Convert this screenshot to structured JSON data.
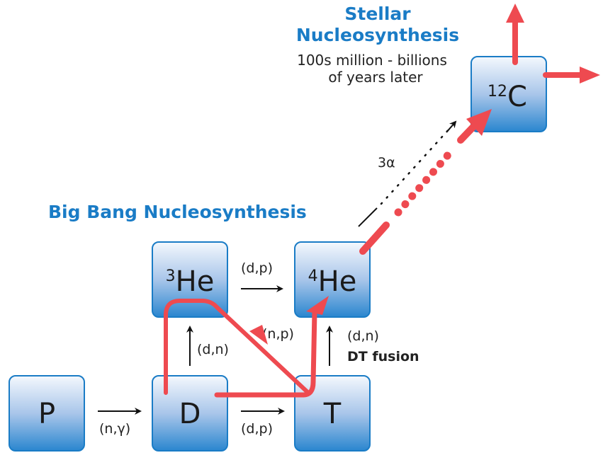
{
  "titles": {
    "stellar_line1": "Stellar",
    "stellar_line2": "Nucleosynthesis",
    "stellar_sub1": "100s million - billions",
    "stellar_sub2": "of years later",
    "bigbang": "Big Bang Nucleosynthesis"
  },
  "nodes": {
    "p": "P",
    "d": "D",
    "t": "T",
    "he3_mass": "3",
    "he3": "He",
    "he4_mass": "4",
    "he4": "He",
    "c12_mass": "12",
    "c12": "C"
  },
  "reactions": {
    "p_d": "(n,γ)",
    "d_t": "(d,p)",
    "d_he3": "(d,n)",
    "he3_he4": "(d,p)",
    "he3_t": "(n,p)",
    "t_he4": "(d,n)",
    "dt_fusion": "DT fusion",
    "triple_alpha": "3α"
  },
  "colors": {
    "accent_blue": "#1a7cc6",
    "path_red": "#ee4a50"
  }
}
